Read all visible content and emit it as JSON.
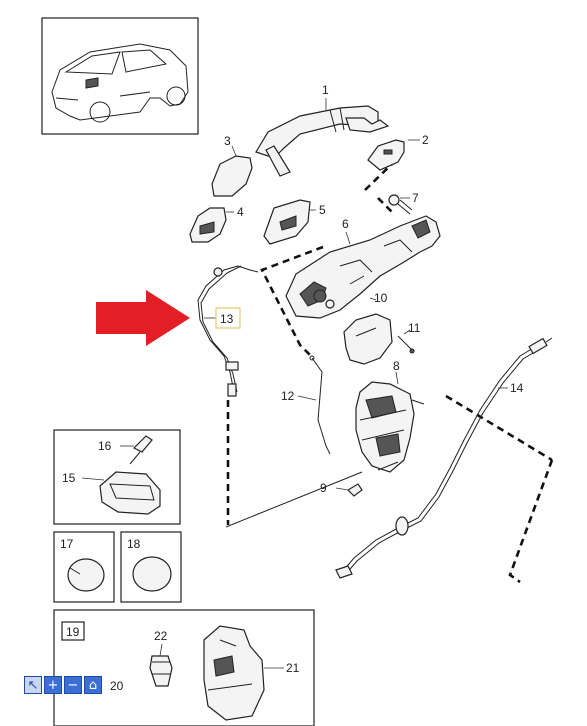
{
  "callouts": {
    "p1": "1",
    "p2": "2",
    "p3": "3",
    "p4": "4",
    "p5": "5",
    "p6": "6",
    "p7": "7",
    "p8": "8",
    "p9": "9",
    "p10": "10",
    "p11": "11",
    "p12": "12",
    "p13": "13",
    "p14": "14",
    "p15": "15",
    "p16": "16",
    "p17": "17",
    "p18": "18",
    "p19": "19",
    "p20": "20",
    "p21": "21",
    "p22": "22"
  },
  "highlight": {
    "arrow_color": "#e31e24",
    "callout_box_color": "#e8c96a"
  },
  "toolbar": {
    "buttons": [
      {
        "name": "pointer",
        "glyph": "↖"
      },
      {
        "name": "zoom-in",
        "glyph": "+"
      },
      {
        "name": "zoom-out",
        "glyph": "−"
      },
      {
        "name": "home",
        "glyph": "⌂"
      }
    ]
  }
}
